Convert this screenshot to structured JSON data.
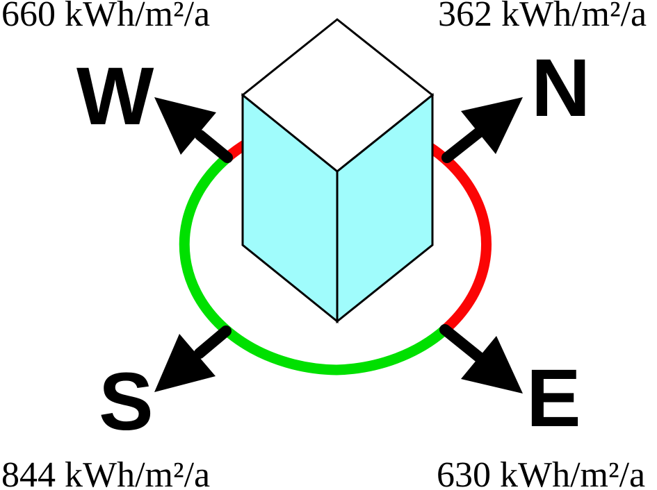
{
  "figure": {
    "description_values": {
      "west": "660 kWh/m²/a",
      "north": "362 kWh/m²/a",
      "south": "844 kWh/m²/a",
      "east": "630 kWh/m²/a"
    },
    "compass": {
      "west": "W",
      "north": "N",
      "south": "S",
      "east": "E"
    },
    "directions": [
      {
        "direction": "W",
        "value": "660 kWh/m²/a",
        "arc_color": "transition red/green"
      },
      {
        "direction": "N",
        "value": "362 kWh/m²/a",
        "arc_color": "red"
      },
      {
        "direction": "S",
        "value": "844 kWh/m²/a",
        "arc_color": "green"
      },
      {
        "direction": "E",
        "value": "630 kWh/m²/a",
        "arc_color": "transition red/green"
      }
    ]
  },
  "colors": {
    "red_arc": "#FB0505",
    "green_arc": "#00E000",
    "cube_side": "#A0FCFC",
    "cube_top": "#FFFFFF",
    "outline": "#000000",
    "arrow": "#000000",
    "text": "#000000",
    "background": "#FFFFFF"
  }
}
